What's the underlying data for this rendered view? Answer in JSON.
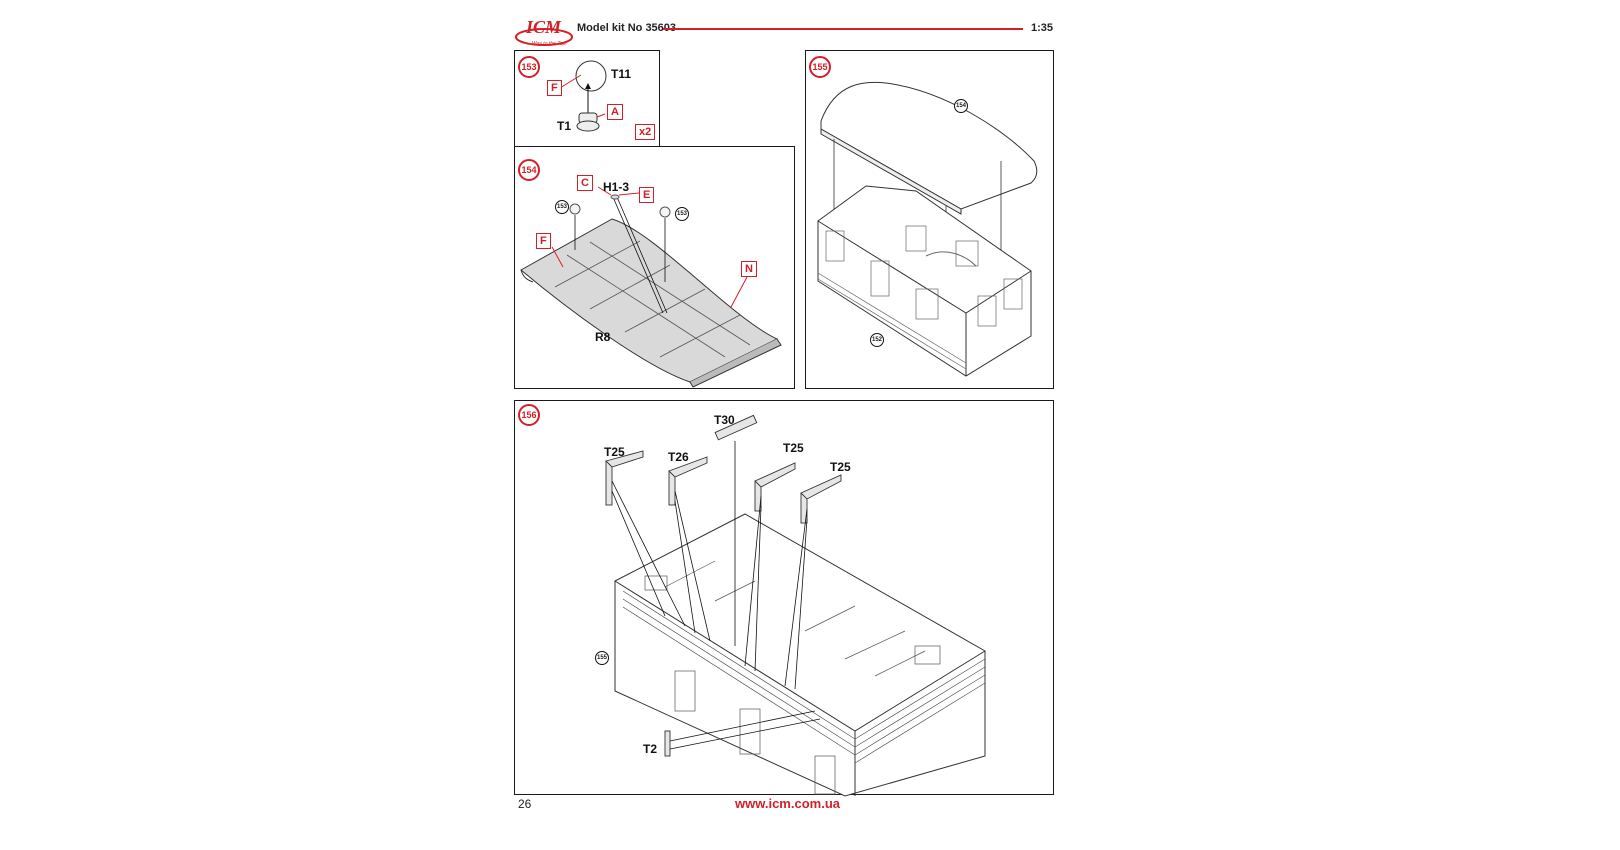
{
  "header": {
    "model_kit": "Model kit No 35603",
    "scale": "1:35",
    "logo_text": "ICM",
    "logo_tagline": "Way to the Top!"
  },
  "colors": {
    "accent": "#d32027",
    "line": "#1a1a1a",
    "panel_fill": "#d9d9d9"
  },
  "panels": {
    "p153": {
      "step": "153",
      "labels": {
        "part_top": "T11",
        "part_bottom": "T1"
      },
      "tags": {
        "f": "F",
        "a": "A",
        "qty": "x2"
      }
    },
    "p154": {
      "step": "154",
      "labels": {
        "h": "H1-3",
        "r": "R8"
      },
      "tags": {
        "c": "C",
        "e": "E",
        "f": "F",
        "n": "N"
      },
      "refs": {
        "left": "153",
        "right": "153"
      }
    },
    "p155": {
      "step": "155",
      "refs": {
        "top": "154",
        "bottom": "152"
      }
    },
    "p156": {
      "step": "156",
      "labels": {
        "t30": "T30",
        "t25a": "T25",
        "t26": "T26",
        "t25b": "T25",
        "t25c": "T25",
        "t2": "T2"
      },
      "refs": {
        "left": "155"
      }
    }
  },
  "footer": {
    "page_number": "26",
    "url": "www.icm.com.ua"
  }
}
